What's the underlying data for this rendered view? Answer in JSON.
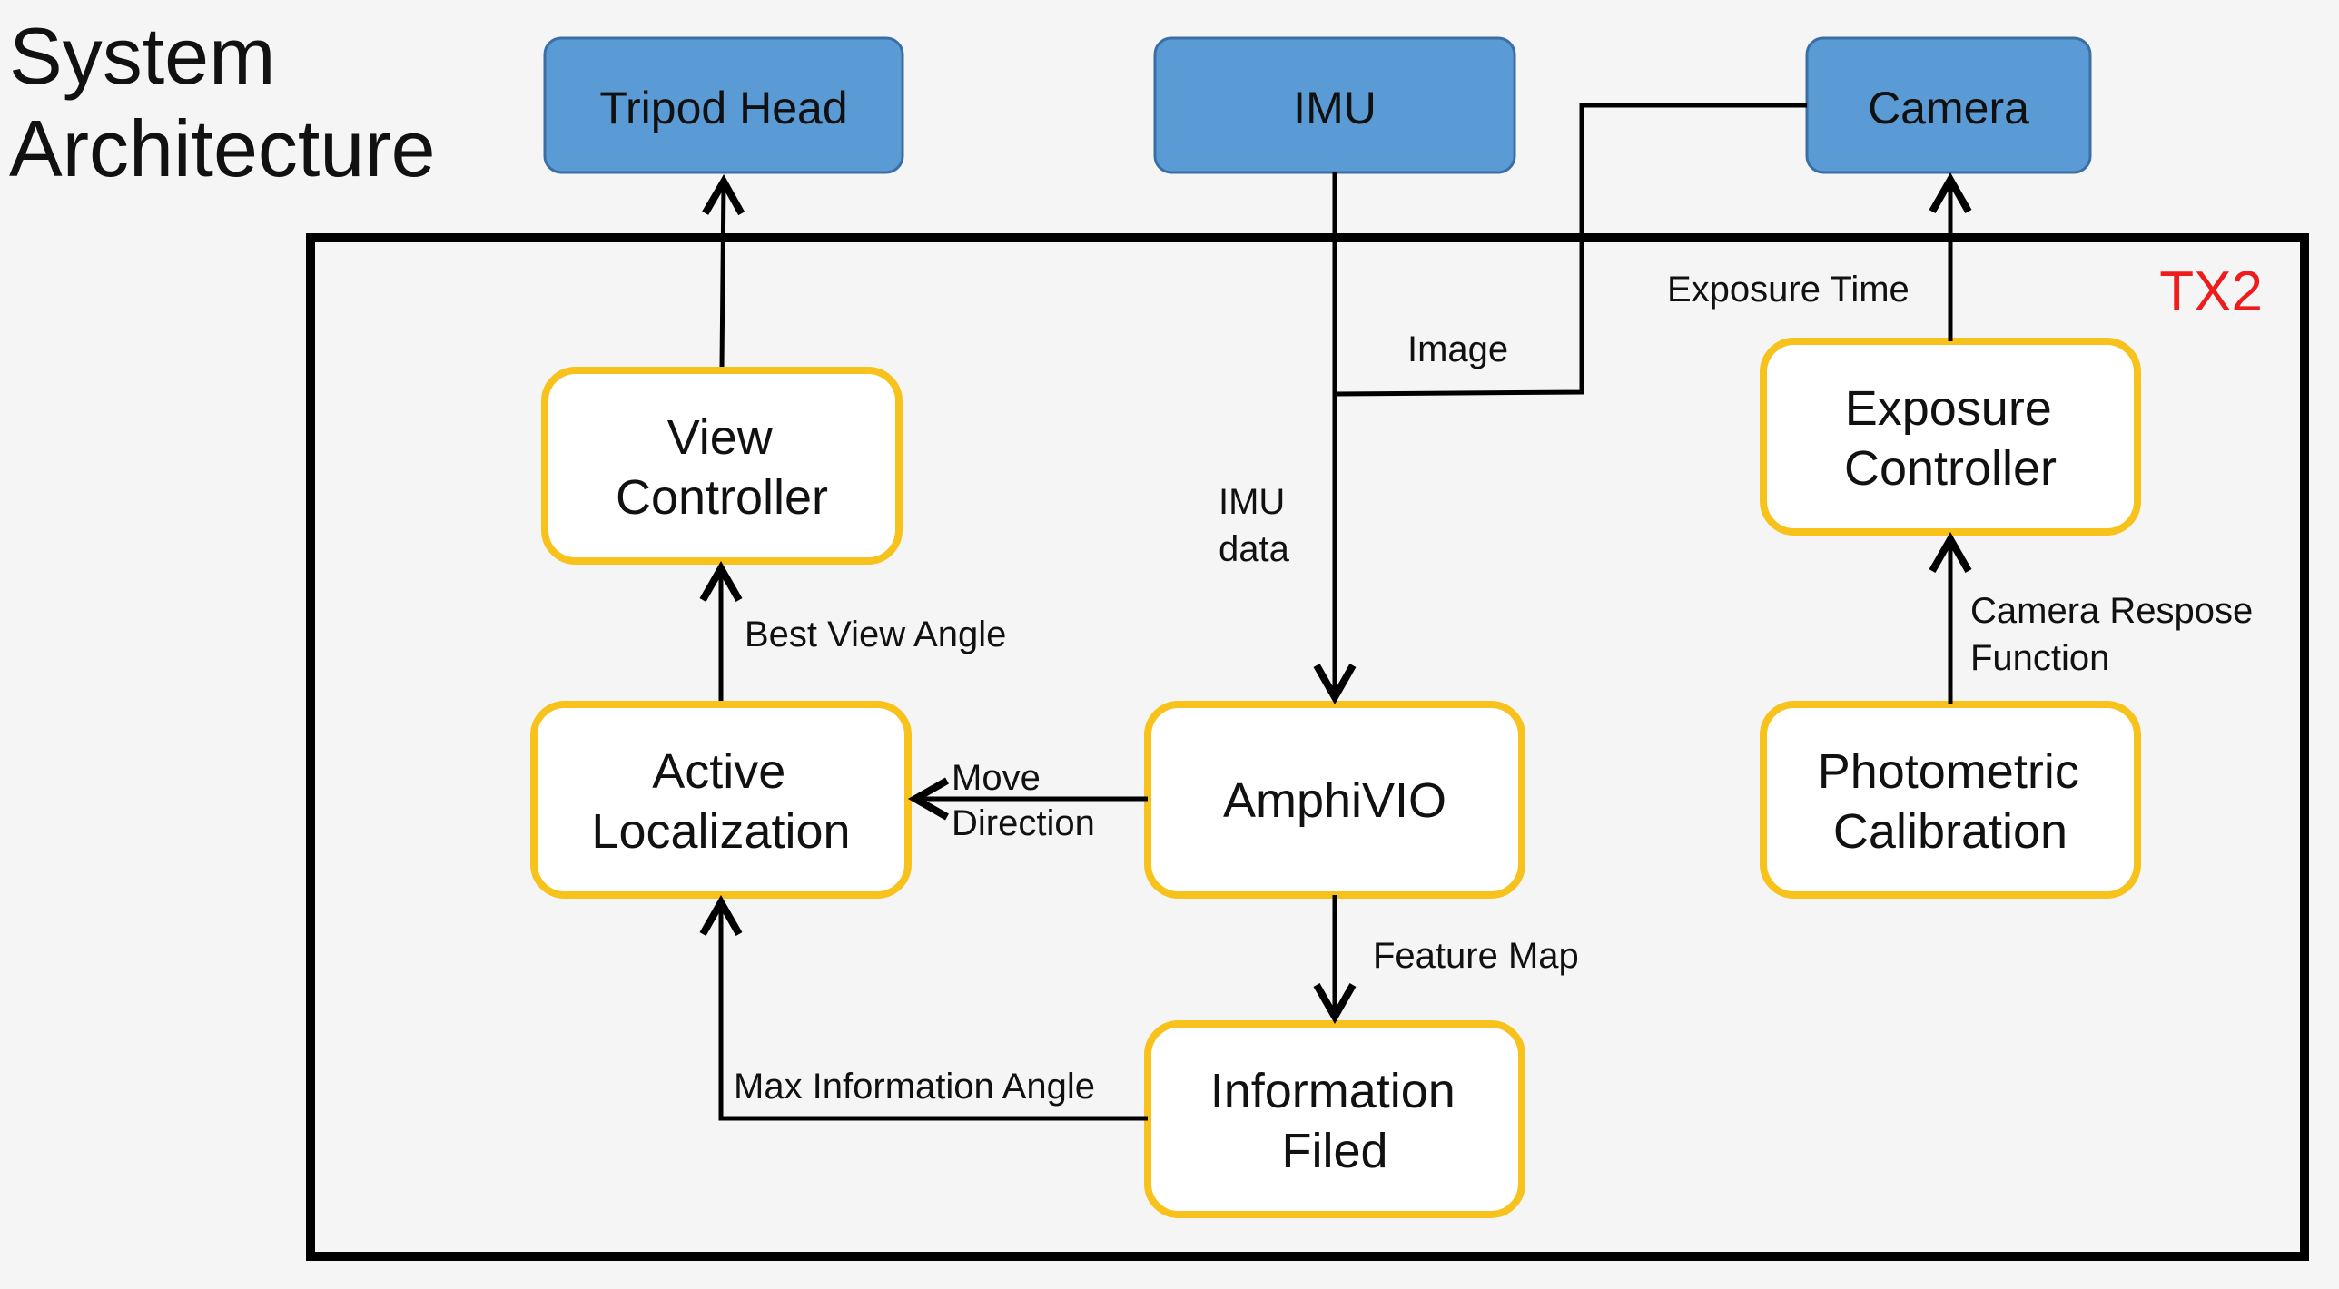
{
  "title": [
    "System",
    "Architecture"
  ],
  "container": {
    "label": "TX2",
    "label_color": "#ee1c1c"
  },
  "colors": {
    "hardware_fill": "#5a9bd6",
    "module_border": "#f7c21b",
    "frame": "#000000"
  },
  "hardware": {
    "tripod_head": "Tripod Head",
    "imu": "IMU",
    "camera": "Camera"
  },
  "modules": {
    "view_controller": [
      "View",
      "Controller"
    ],
    "active_localization": [
      "Active",
      "Localization"
    ],
    "amphivio": [
      "AmphiVIO"
    ],
    "information_filed": [
      "Information",
      "Filed"
    ],
    "exposure_controller": [
      "Exposure",
      "Controller"
    ],
    "photometric_calibration": [
      "Photometric",
      "Calibration"
    ]
  },
  "edges": {
    "image": [
      "Image"
    ],
    "imu_data": [
      "IMU",
      "data"
    ],
    "exposure_time": [
      "Exposure Time"
    ],
    "camera_response": [
      "Camera Respose",
      "Function"
    ],
    "best_view_angle": [
      "Best View Angle"
    ],
    "move_direction": [
      "Move",
      "Direction"
    ],
    "feature_map": [
      "Feature Map"
    ],
    "max_information_angle": [
      "Max Information Angle"
    ]
  }
}
